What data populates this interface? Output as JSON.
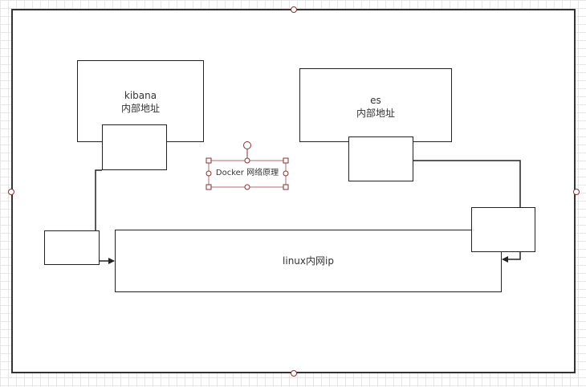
{
  "canvas": {
    "nodes": {
      "kibana": {
        "line1": "kibana",
        "line2": "内部地址"
      },
      "es": {
        "line1": "es",
        "line2": "内部地址"
      },
      "linux": {
        "label": "linux内网ip"
      }
    },
    "selected_label": "Docker 网络原理",
    "colors": {
      "stroke": "#222222",
      "selection": "#8b2e2e",
      "grid": "#e6e6e6"
    }
  }
}
